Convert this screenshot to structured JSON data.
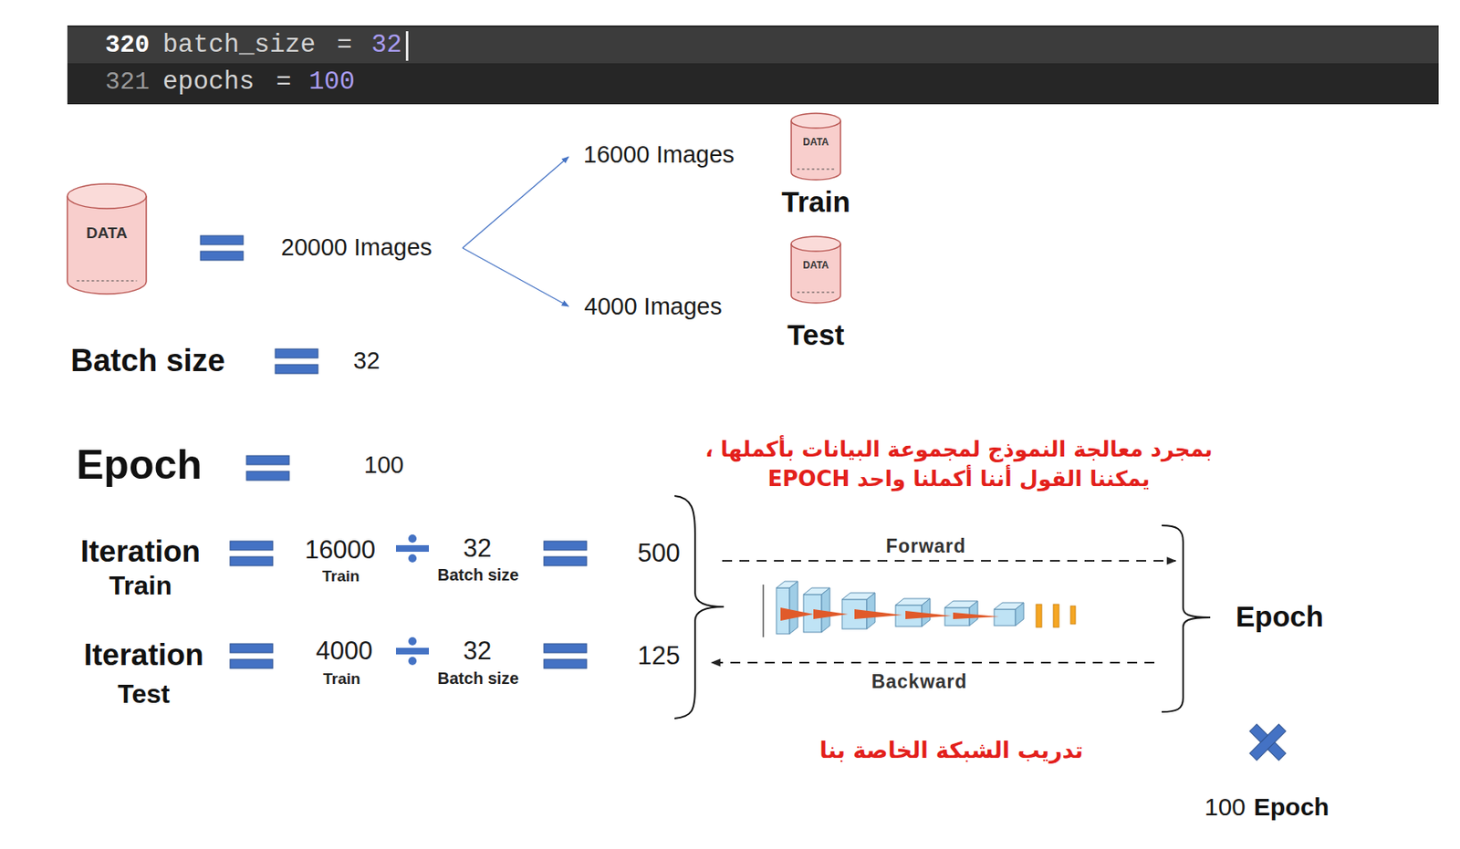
{
  "diagram": {
    "nodes": [
      {
        "text": [
          "DATA"
        ]
      },
      {
        "text": [
          "DATA",
          "Train"
        ]
      },
      {
        "text": [
          "DATA",
          "Test"
        ]
      }
    ],
    "labels": [
      "320",
      "batch_size",
      "=",
      "32",
      "321",
      "epochs",
      "=",
      "100",
      "20000 Images",
      "16000 Images",
      "4000 Images",
      "Batch size",
      "32",
      "بمجرد معالجة النموذج لمجموعة البيانات بأكملها ، يمكننا القول أننا أكملنا واحد EPOCH",
      "Epoch",
      "100",
      "Iteration",
      "Train",
      "16000",
      "Train",
      "32",
      "Batch size",
      "500",
      "Forward",
      "Epoch",
      "Iteration",
      "Test",
      "4000",
      "Train",
      "32",
      "Batch size",
      "125",
      "Backward",
      "تدريب الشبكة الخاصة بنا",
      "100",
      "Epoch"
    ]
  }
}
